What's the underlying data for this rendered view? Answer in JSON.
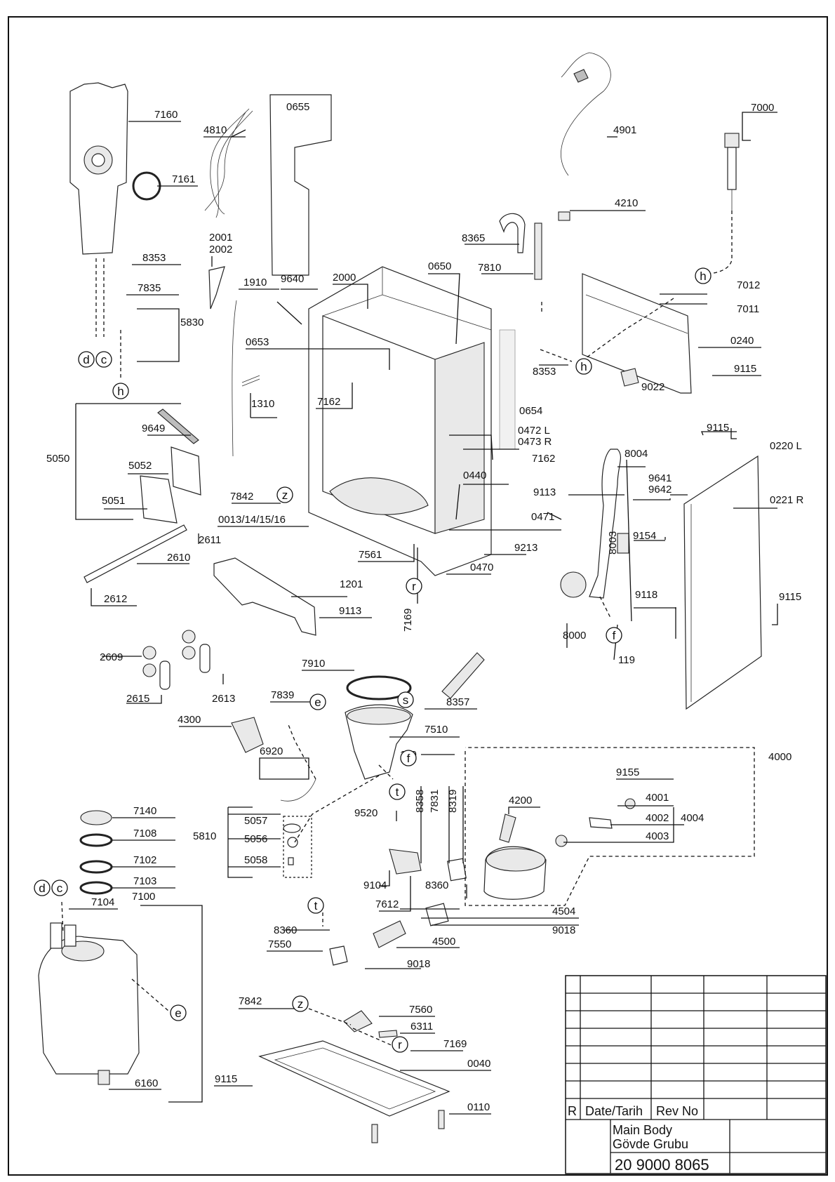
{
  "parts": [
    "7160",
    "7161",
    "8353",
    "7835",
    "5830",
    "4810",
    "0655",
    "4901",
    "7000",
    "4210",
    "8365",
    "7810",
    "2001",
    "2002",
    "1910",
    "9640",
    "2000",
    "0650",
    "0653",
    "7162",
    "1310",
    "9649",
    "5050",
    "5052",
    "5051",
    "7842",
    "0013/14/15/16",
    "2611",
    "2610",
    "2612",
    "1201",
    "9113",
    "7561",
    "7169",
    "0654",
    "0472 L",
    "0473 R",
    "0440",
    "0471",
    "9213",
    "0470",
    "8004",
    "9641",
    "9642",
    "9154",
    "8003",
    "9118",
    "8000",
    "119",
    "9115",
    "0220 L",
    "0221 R",
    "7012",
    "7011",
    "0240",
    "9022",
    "2609",
    "2615",
    "2613",
    "7910",
    "7839",
    "8357",
    "4300",
    "7510",
    "6920",
    "4000",
    "9155",
    "4001",
    "4002",
    "4004",
    "4003",
    "4200",
    "5810",
    "5057",
    "5056",
    "5058",
    "9520",
    "8358",
    "7831",
    "8319",
    "9104",
    "7612",
    "8360",
    "4504",
    "9018",
    "4500",
    "7550",
    "7140",
    "7108",
    "7102",
    "7103",
    "7104",
    "7100",
    "6160",
    "7560",
    "6311",
    "0040",
    "0110"
  ],
  "callouts": [
    "d",
    "c",
    "h",
    "z",
    "r",
    "f",
    "e",
    "s",
    "t"
  ],
  "title_block": {
    "r_label": "R",
    "date_label": "Date/Tarih",
    "rev_label": "Rev No",
    "title_en": "Main Body",
    "title_tr": "Gövde Grubu",
    "drawing_no": "20 9000 8065"
  }
}
